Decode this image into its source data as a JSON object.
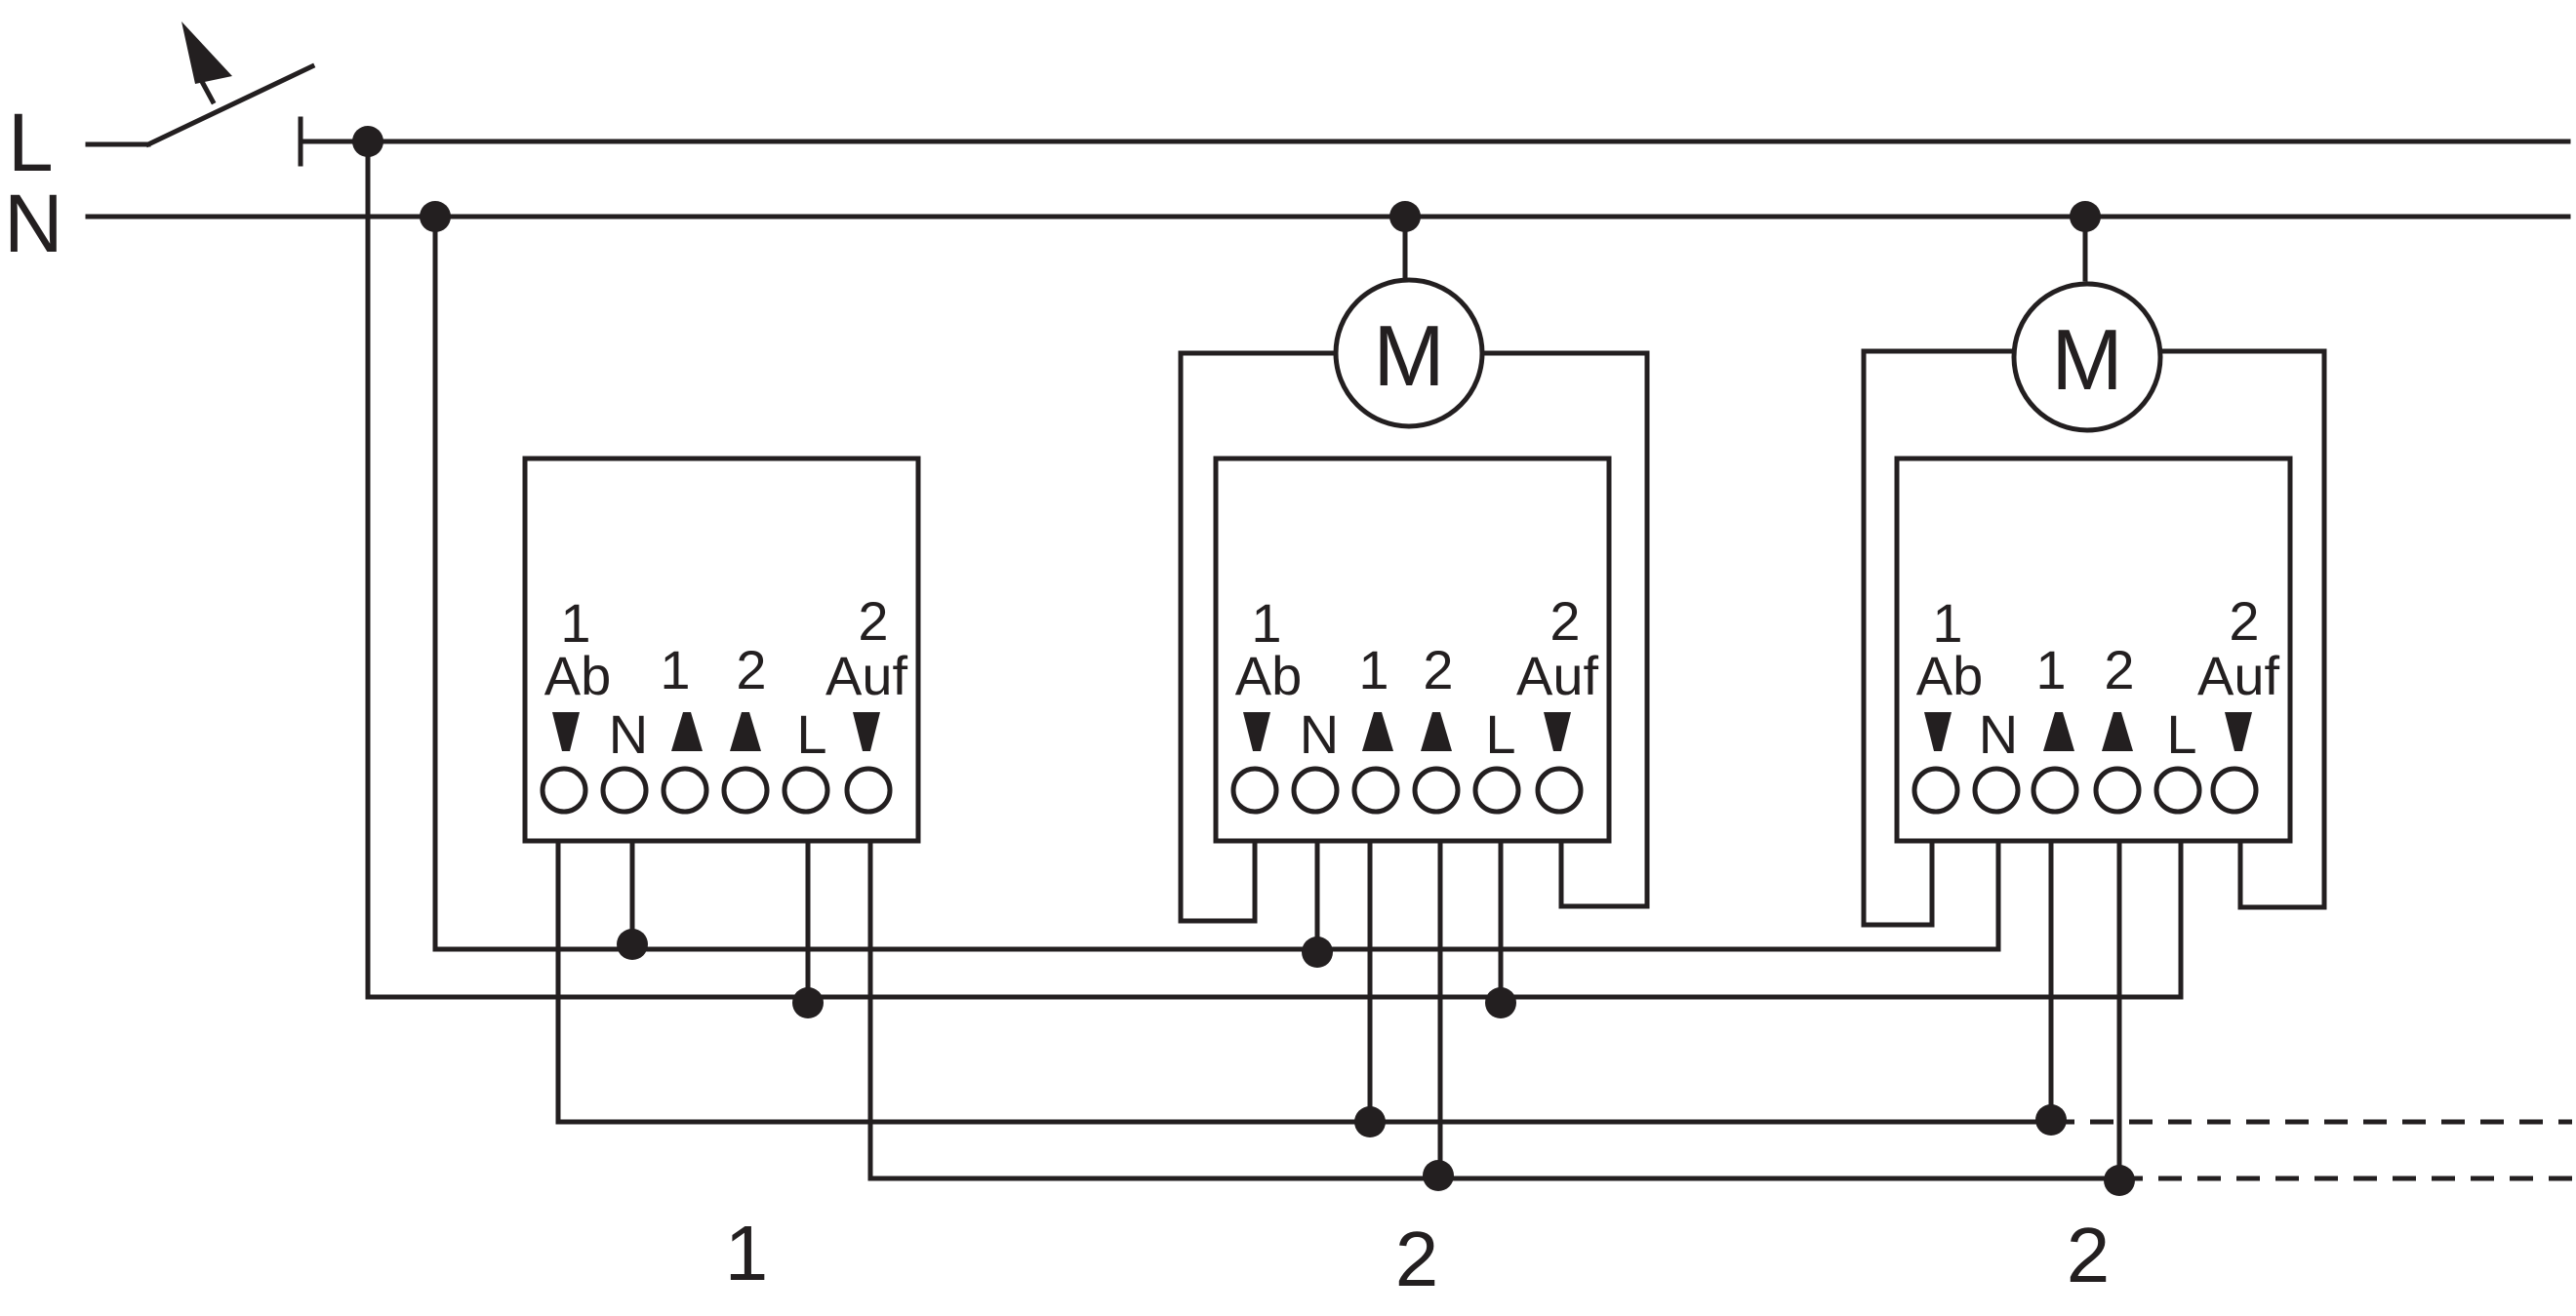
{
  "rails": {
    "line_label": "L",
    "neutral_label": "N"
  },
  "motors": [
    {
      "label": "M"
    },
    {
      "label": "M"
    }
  ],
  "actuators": [
    {
      "caption": "1",
      "terminals": {
        "ab_num": "1",
        "ab": "Ab",
        "n": "N",
        "up1": "1",
        "up2": "2",
        "l": "L",
        "auf_num": "2",
        "auf": "Auf"
      }
    },
    {
      "caption": "2",
      "terminals": {
        "ab_num": "1",
        "ab": "Ab",
        "n": "N",
        "up1": "1",
        "up2": "2",
        "l": "L",
        "auf_num": "2",
        "auf": "Auf"
      }
    },
    {
      "caption": "2",
      "terminals": {
        "ab_num": "1",
        "ab": "Ab",
        "n": "N",
        "up1": "1",
        "up2": "2",
        "l": "L",
        "auf_num": "2",
        "auf": "Auf"
      }
    }
  ]
}
